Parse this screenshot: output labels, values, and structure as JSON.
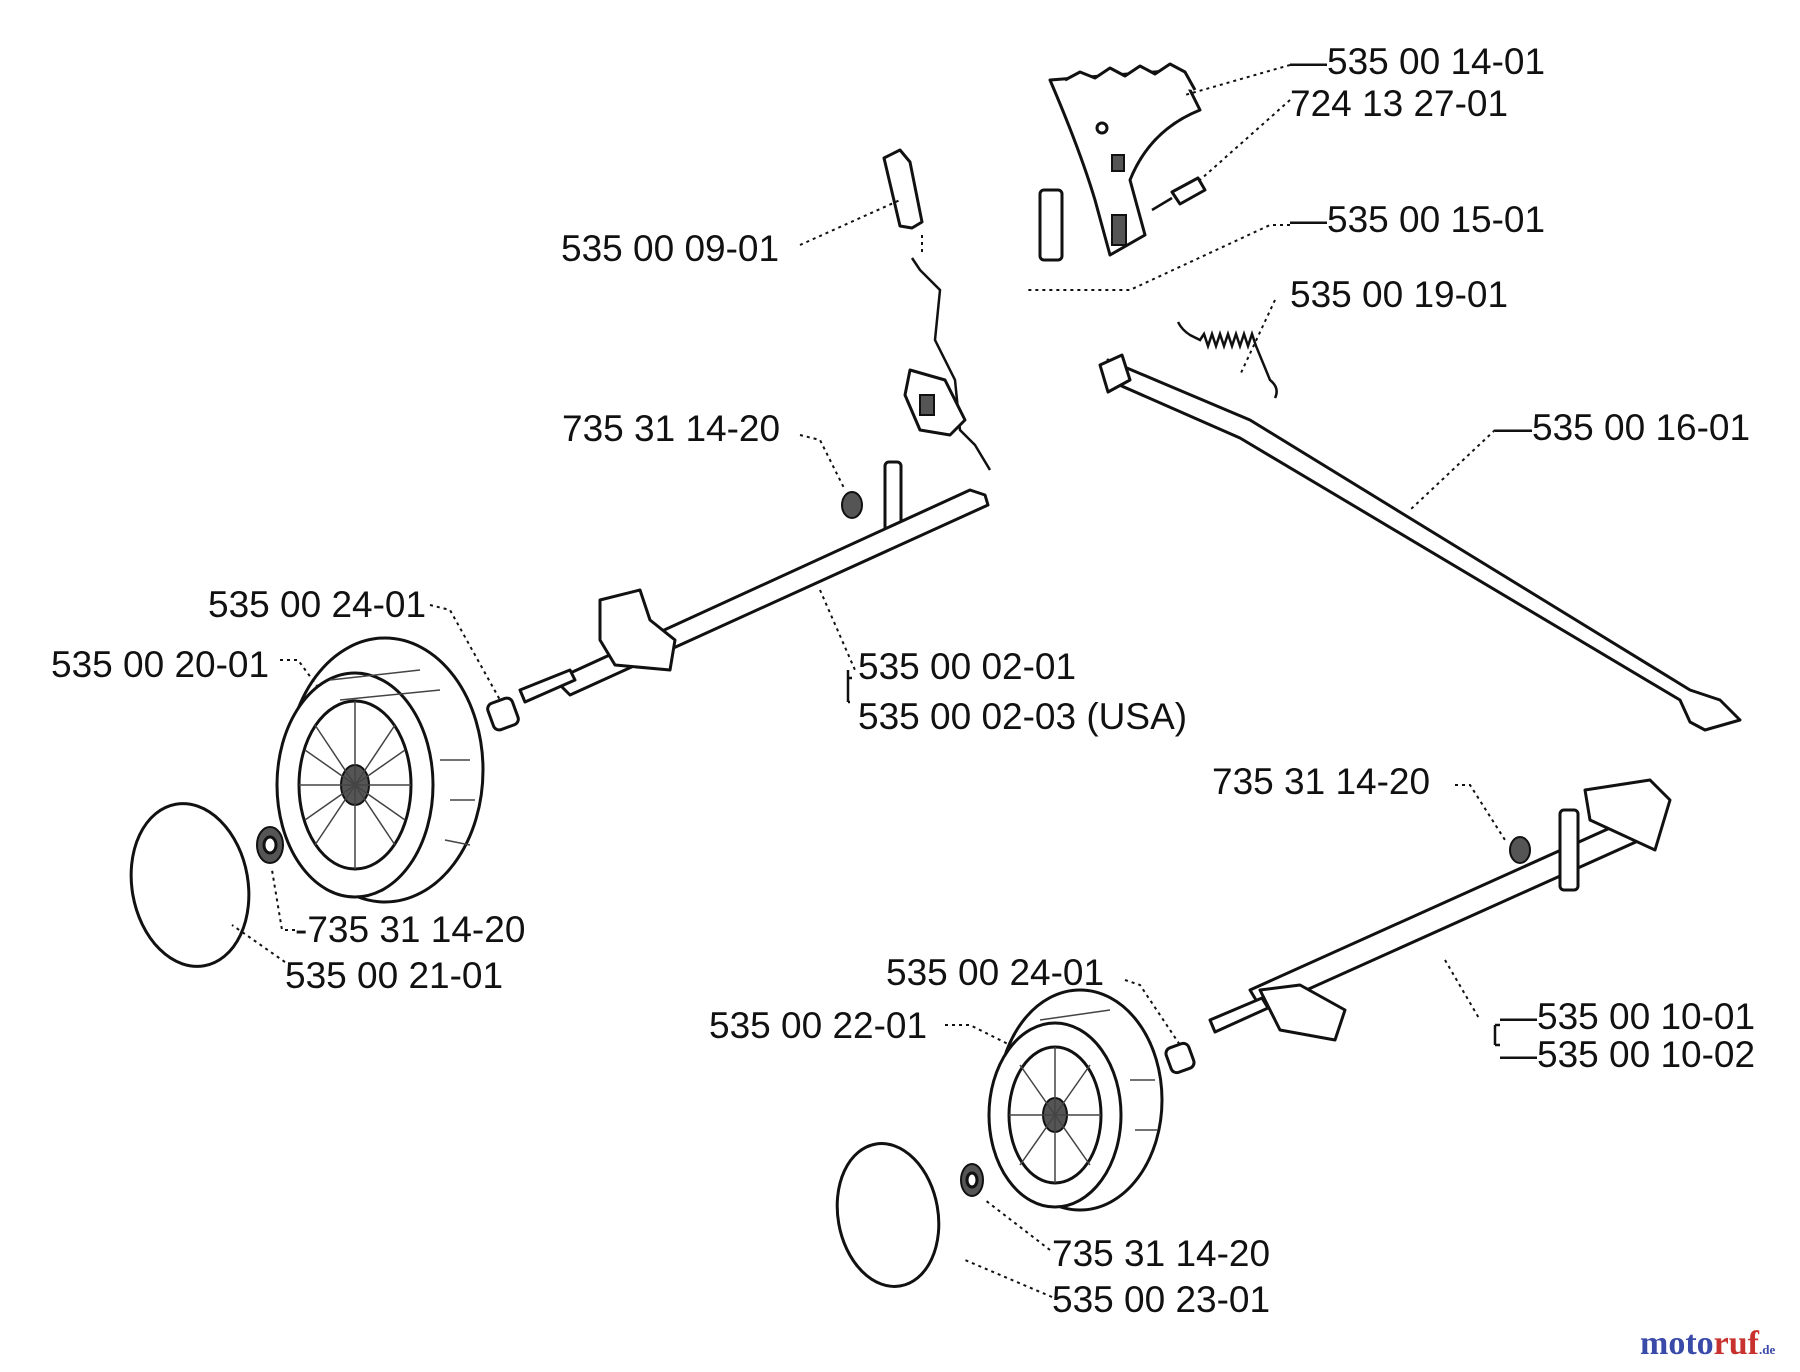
{
  "labels": {
    "p1": "535 00 14-01",
    "p2": "724 13 27-01",
    "p3": "535 00 15-01",
    "p4": "535 00 19-01",
    "p5": "535 00 09-01",
    "p6": "535 00 16-01",
    "p7": "735 31 14-20",
    "p8": "535 00 24-01",
    "p9": "535 00 20-01",
    "p10": "535 00 02-01",
    "p11": "535 00 02-03 (USA)",
    "p12": "735 31 14-20",
    "p13": "735 31 14-20",
    "p14": "535 00 21-01",
    "p15": "535 00 24-01",
    "p16": "535 00 22-01",
    "p17": "535 00 10-01",
    "p18": "535 00 10-02",
    "p19": "735 31 14-20",
    "p20": "535 00 23-01"
  },
  "watermark": {
    "part1": "moto",
    "part2": "ruf",
    "part3": ".de"
  }
}
